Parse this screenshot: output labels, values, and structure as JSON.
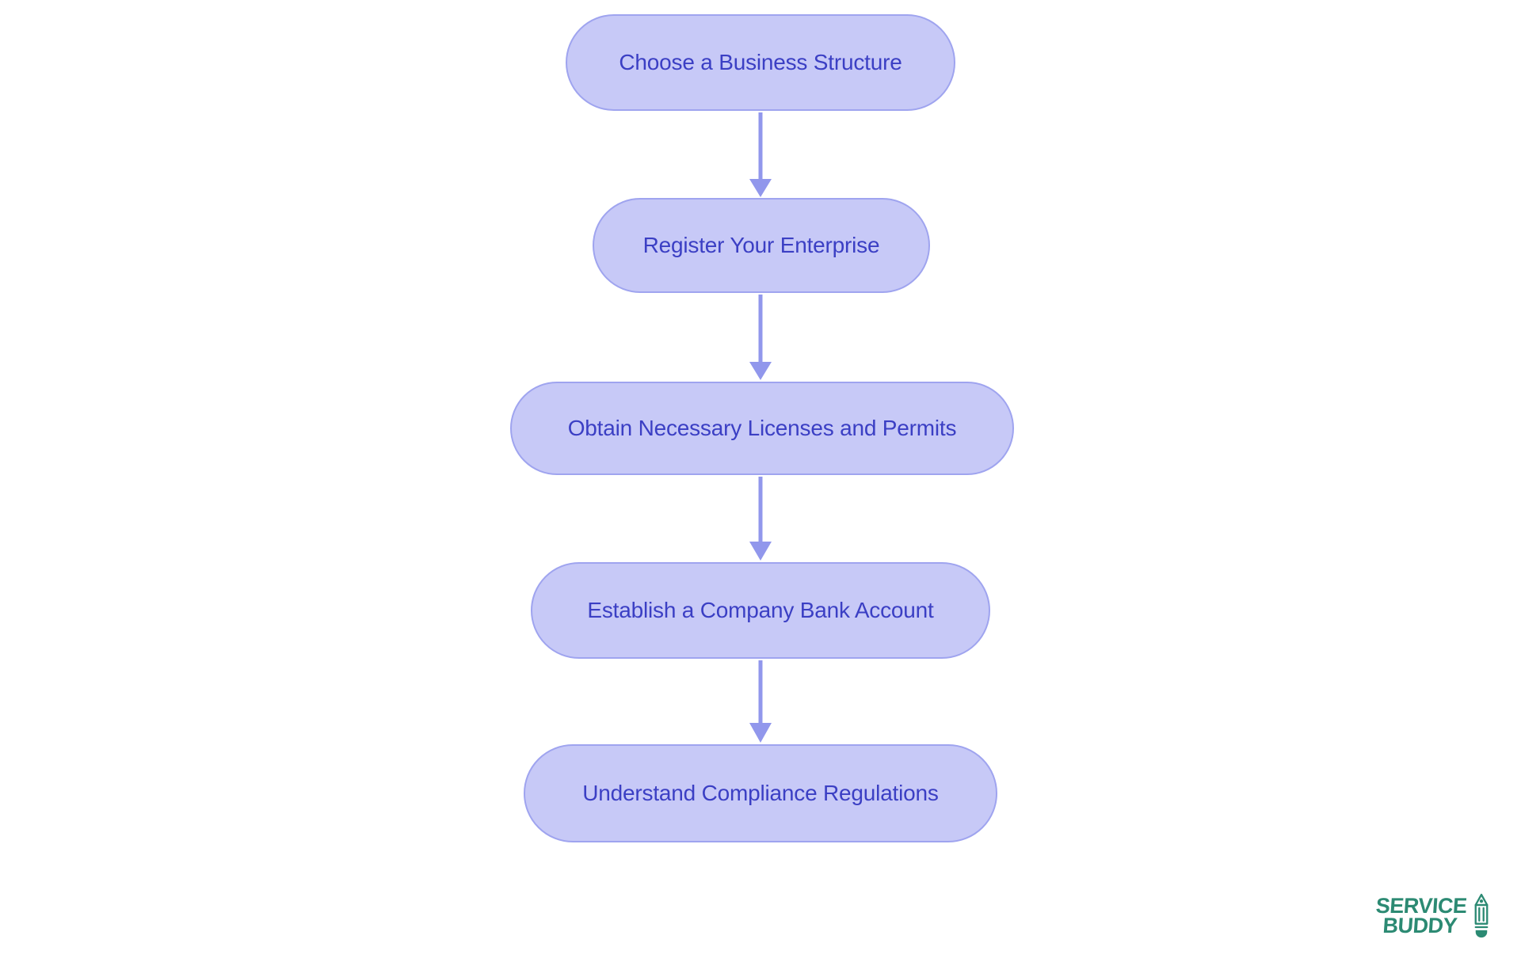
{
  "diagram": {
    "type": "flowchart",
    "direction": "top-down",
    "nodes": [
      {
        "id": "n1",
        "label": "Choose a Business Structure"
      },
      {
        "id": "n2",
        "label": "Register Your Enterprise"
      },
      {
        "id": "n3",
        "label": "Obtain Necessary Licenses and Permits"
      },
      {
        "id": "n4",
        "label": "Establish a Company Bank Account"
      },
      {
        "id": "n5",
        "label": "Understand Compliance Regulations"
      }
    ],
    "edges": [
      {
        "from": "n1",
        "to": "n2"
      },
      {
        "from": "n2",
        "to": "n3"
      },
      {
        "from": "n3",
        "to": "n4"
      },
      {
        "from": "n4",
        "to": "n5"
      }
    ],
    "colors": {
      "background": "#ffffff",
      "node_fill": "#c7c9f7",
      "node_border": "#9fa4ef",
      "node_text": "#3b3fc4",
      "arrow": "#9197ec",
      "logo_green": "#2c8a73"
    }
  },
  "watermark": {
    "line1": "SERVICE",
    "line2": "BUDDY",
    "icon": "pencil-icon"
  }
}
